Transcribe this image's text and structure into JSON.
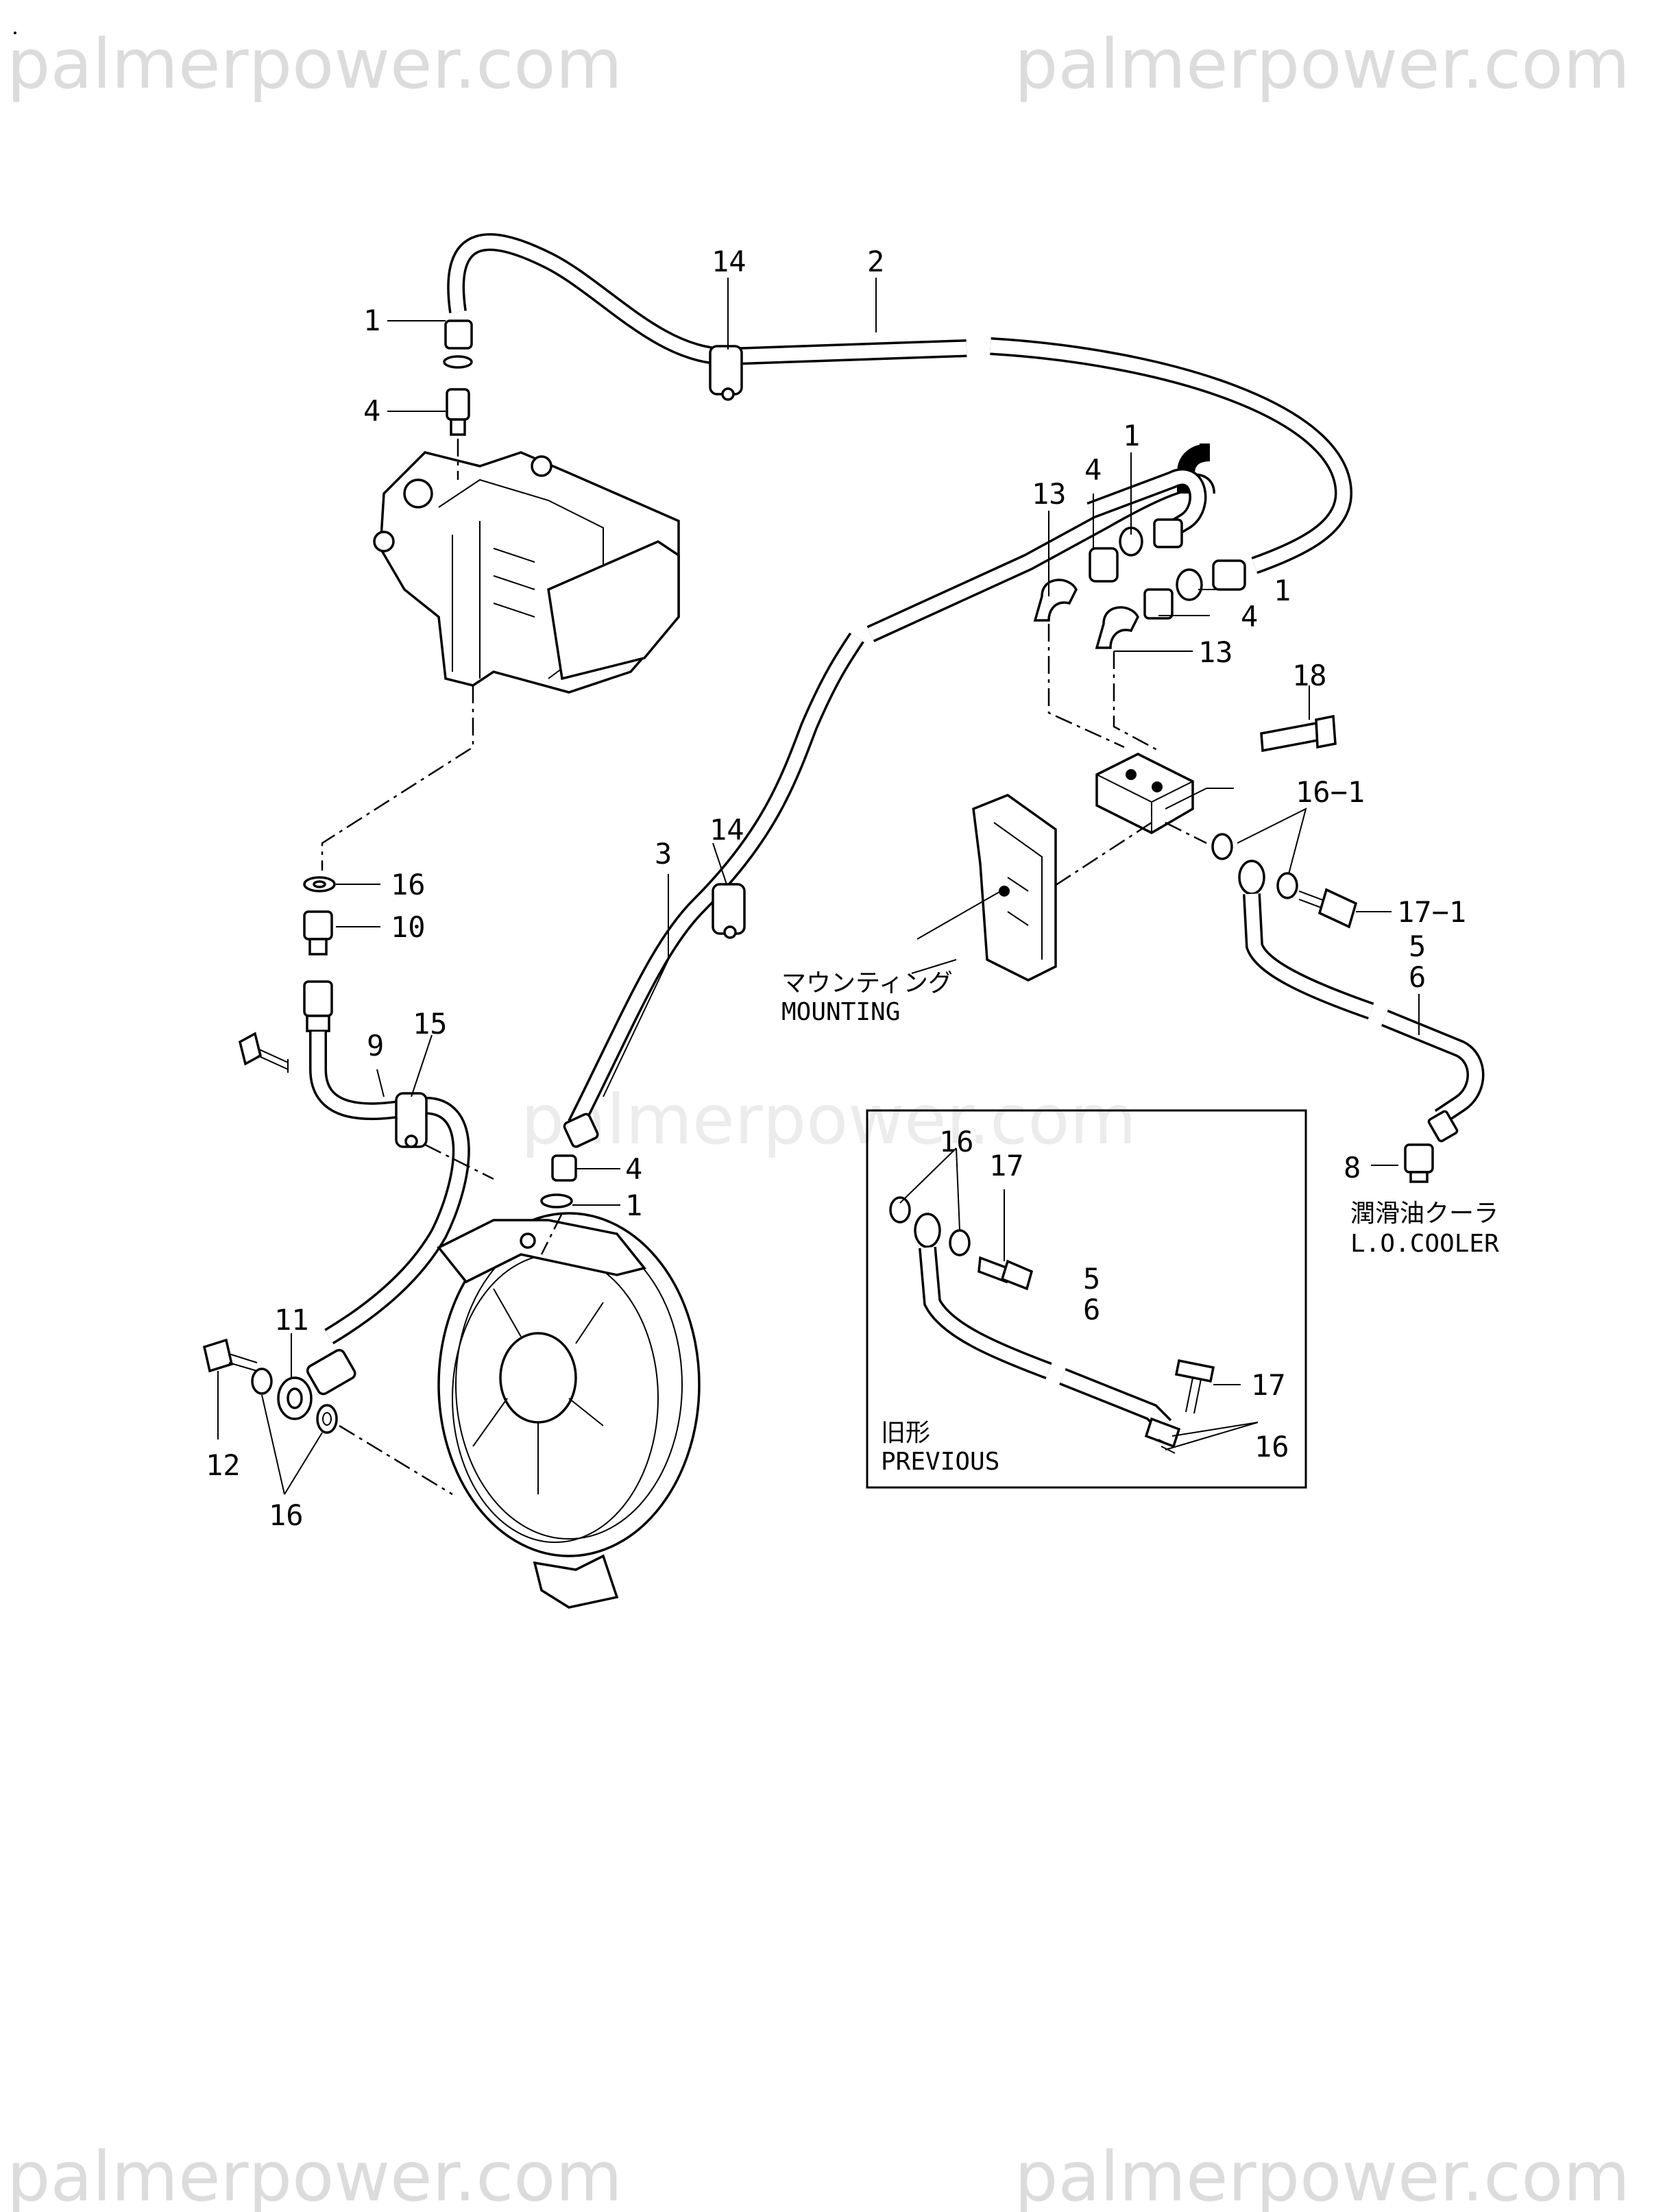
{
  "watermarks": {
    "top_left": "palmerpower.com",
    "top_right": "palmerpower.com",
    "center": "palmerpower.com",
    "bottom_left": "palmerpower.com",
    "bottom_right": "palmerpower.com"
  },
  "callouts": {
    "c14_top": "14",
    "c2": "2",
    "c1_top": "1",
    "c4_top": "4",
    "c13_a": "13",
    "c4_b": "4",
    "c1_b": "1",
    "c1_c": "1",
    "c4_c": "4",
    "c13_b": "13",
    "c18": "18",
    "c16_1": "16−1",
    "c17_1": "17−1",
    "c3": "3",
    "c14_mid": "14",
    "c16_left": "16",
    "c10": "10",
    "c9": "9",
    "c15": "15",
    "c4_d": "4",
    "c1_d": "1",
    "c5": "5",
    "c6": "6",
    "c8": "8",
    "c11": "11",
    "c12": "12",
    "c16_bottom": "16",
    "inset_c16_top": "16",
    "inset_c17_top": "17",
    "inset_c5": "5",
    "inset_c6": "6",
    "inset_c17_bottom": "17",
    "inset_c16_bottom": "16"
  },
  "captions": {
    "mounting_jp": "マウンティング",
    "mounting_en": "MOUNTING",
    "cooler_jp": "潤滑油クーラ",
    "cooler_en": "L.O.COOLER",
    "previous_jp": "旧形",
    "previous_en": "PREVIOUS"
  }
}
